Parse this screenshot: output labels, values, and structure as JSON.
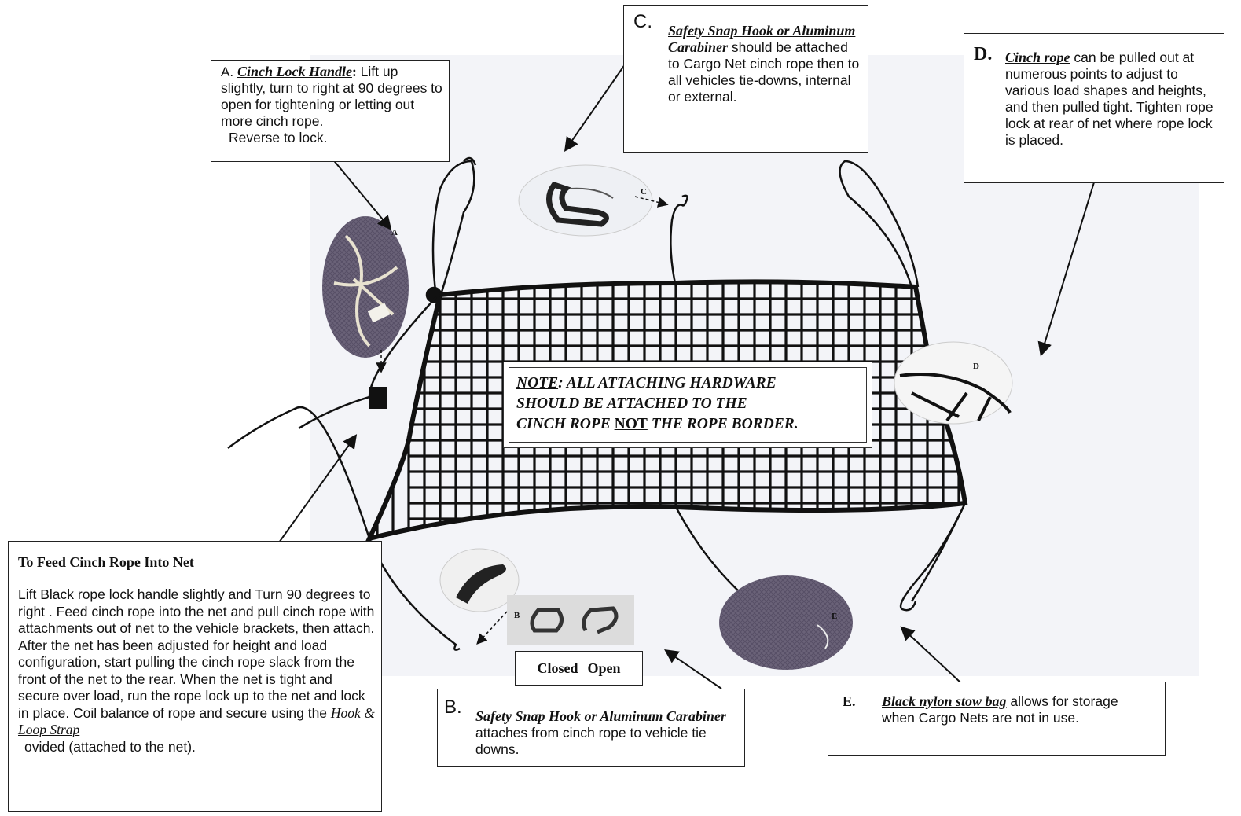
{
  "callout_a": {
    "letter": "A.",
    "title": "Cinch Lock Handle",
    "colon": ":",
    "body": "Lift up slightly, turn to right at 90 degrees to open for tightening or letting out more cinch rope.",
    "reverse": "Reverse to lock."
  },
  "callout_c": {
    "letter": "C.",
    "title": "Safety Snap Hook or Aluminum Carabiner",
    "body": "should be attached to Cargo Net cinch rope then to all vehicles tie-downs, internal or external."
  },
  "callout_d": {
    "letter": "D.",
    "title": "Cinch rope",
    "body": "can be pulled out at numerous points to adjust to various load shapes and heights, and then pulled tight. Tighten rope lock at rear of net where rope lock is placed."
  },
  "note": {
    "label": "NOTE",
    "line1": ": ALL ATTACHING HARDWARE",
    "line2": "SHOULD BE ATTACHED TO THE",
    "line3_pre": "CINCH ROPE ",
    "line3_not": "NOT",
    "line3_post": " THE ROPE BORDER."
  },
  "feed": {
    "title": "To Feed Cinch Rope Into Net",
    "body": "Lift Black rope lock handle slightly and Turn 90 degrees to right . Feed cinch rope into the net and pull cinch rope with attachments out of net to the vehicle brackets, then attach. After the net has been adjusted for height and load configuration, start pulling the cinch rope slack from the front of the net to the rear. When the net is tight and secure over load, run the rope lock up to the net and lock in place. Coil balance of rope and secure using the",
    "strap": "Hook & Loop Strap",
    "tail": "ovided (attached to the net)."
  },
  "closed_open": {
    "closed": "Closed",
    "open": "Open"
  },
  "callout_b": {
    "letter": "B.",
    "title": "Safety Snap Hook or Aluminum Carabiner",
    "body": "attaches from cinch rope to vehicle tie downs."
  },
  "callout_e": {
    "letter": "E.",
    "title": "Black nylon stow bag",
    "body": "allows for storage when Cargo Nets are not in use."
  },
  "photo_labels": {
    "a": "A",
    "b": "B",
    "c": "C",
    "d": "D",
    "e": "E"
  }
}
